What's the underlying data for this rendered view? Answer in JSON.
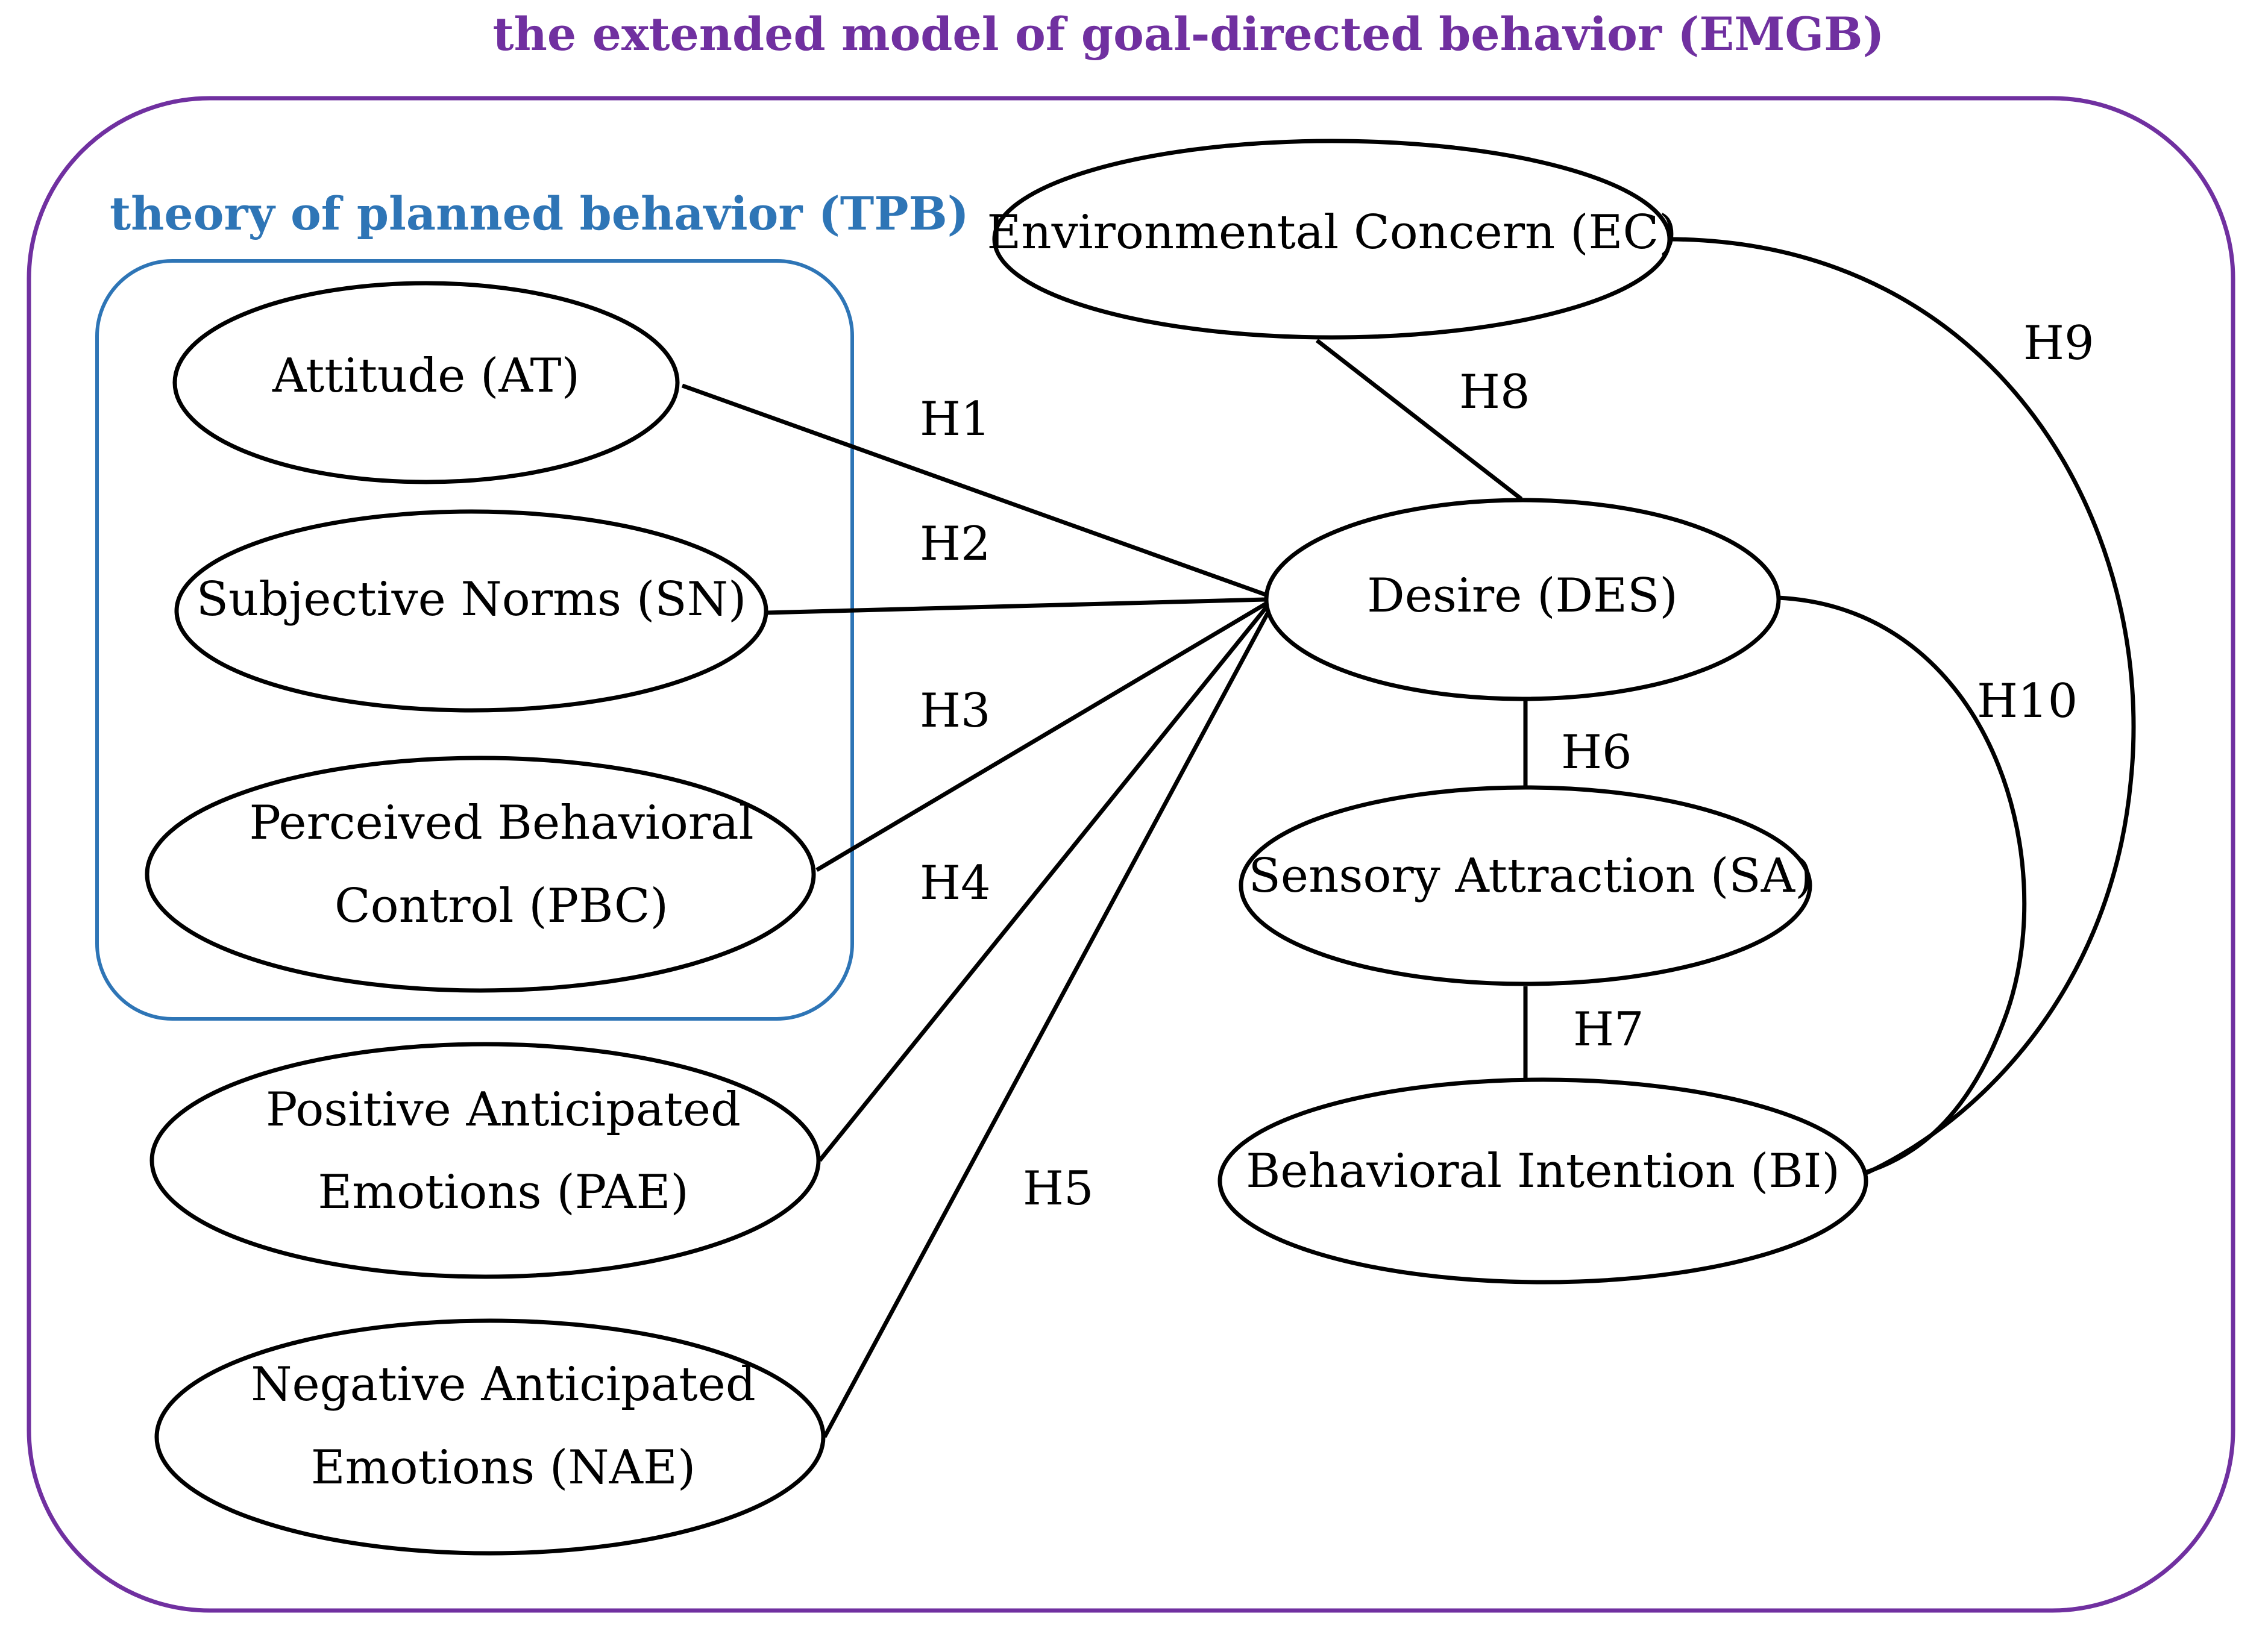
{
  "colors": {
    "outer_frame": "#7030a0",
    "inner_frame": "#2e75b6",
    "node_stroke": "#000000",
    "edge": "#000000"
  },
  "frames": {
    "outer": {
      "title": "the extended model of goal-directed behavior (EMGB)"
    },
    "inner": {
      "title": "theory of planned behavior (TPB)"
    }
  },
  "nodes": {
    "at": {
      "lines": [
        "Attitude (AT)"
      ]
    },
    "sn": {
      "lines": [
        "Subjective Norms (SN)"
      ]
    },
    "pbc": {
      "lines": [
        "Perceived Behavioral",
        "Control (PBC)"
      ]
    },
    "pae": {
      "lines": [
        "Positive Anticipated",
        "Emotions (PAE)"
      ]
    },
    "nae": {
      "lines": [
        "Negative Anticipated",
        "Emotions (NAE)"
      ]
    },
    "ec": {
      "lines": [
        "Environmental Concern (EC)"
      ]
    },
    "des": {
      "lines": [
        "Desire (DES)"
      ]
    },
    "sa": {
      "lines": [
        "Sensory Attraction (SA)"
      ]
    },
    "bi": {
      "lines": [
        "Behavioral Intention (BI)"
      ]
    }
  },
  "edges": [
    {
      "id": "h1",
      "label": "H1",
      "from": "at",
      "to": "des"
    },
    {
      "id": "h2",
      "label": "H2",
      "from": "sn",
      "to": "des"
    },
    {
      "id": "h3",
      "label": "H3",
      "from": "pbc",
      "to": "des"
    },
    {
      "id": "h4",
      "label": "H4",
      "from": "pae",
      "to": "des"
    },
    {
      "id": "h5",
      "label": "H5",
      "from": "nae",
      "to": "des"
    },
    {
      "id": "h6",
      "label": "H6",
      "from": "sa",
      "to": "des"
    },
    {
      "id": "h7",
      "label": "H7",
      "from": "sa",
      "to": "bi"
    },
    {
      "id": "h8",
      "label": "H8",
      "from": "ec",
      "to": "des"
    },
    {
      "id": "h9",
      "label": "H9",
      "from": "ec",
      "to": "bi"
    },
    {
      "id": "h10",
      "label": "H10",
      "from": "des",
      "to": "bi"
    }
  ]
}
